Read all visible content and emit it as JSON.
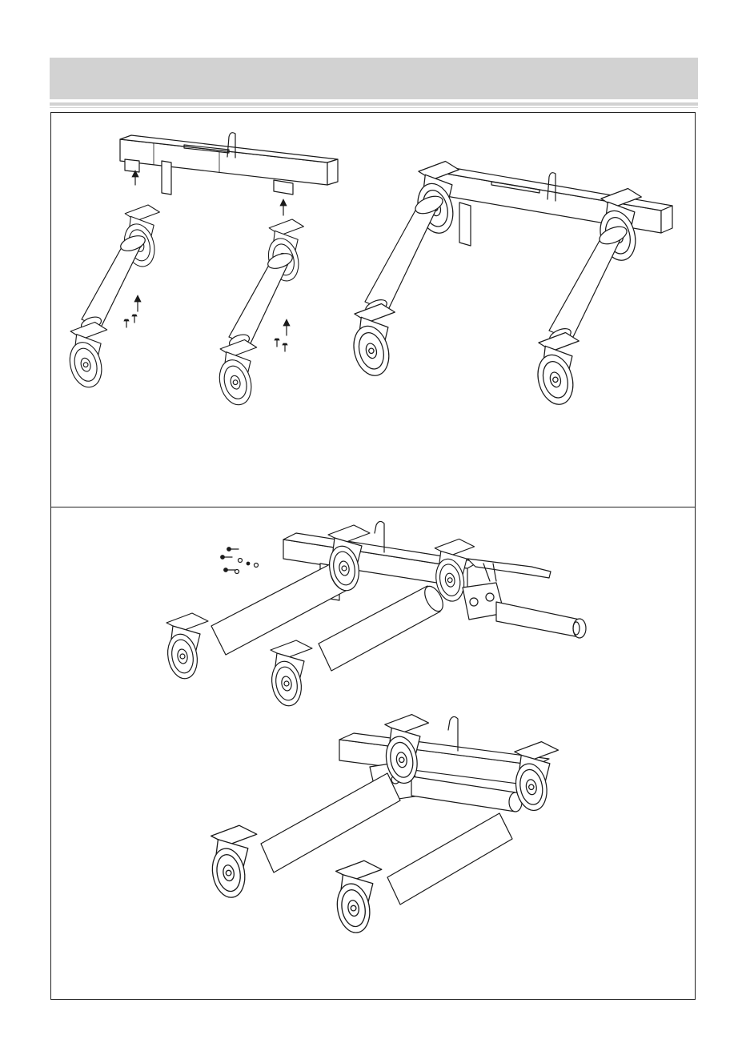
{
  "page": {
    "background": "#ffffff",
    "header_band_color": "#d2d2d2",
    "border_color": "#222222"
  },
  "figures": [
    {
      "name": "step-1-exploded",
      "icon": "assembly-exploded-icon"
    },
    {
      "name": "step-1-assembled",
      "icon": "assembly-complete-icon"
    },
    {
      "name": "step-2-exploded",
      "icon": "pump-exploded-icon"
    },
    {
      "name": "step-2-assembled",
      "icon": "pump-assembled-icon"
    }
  ]
}
